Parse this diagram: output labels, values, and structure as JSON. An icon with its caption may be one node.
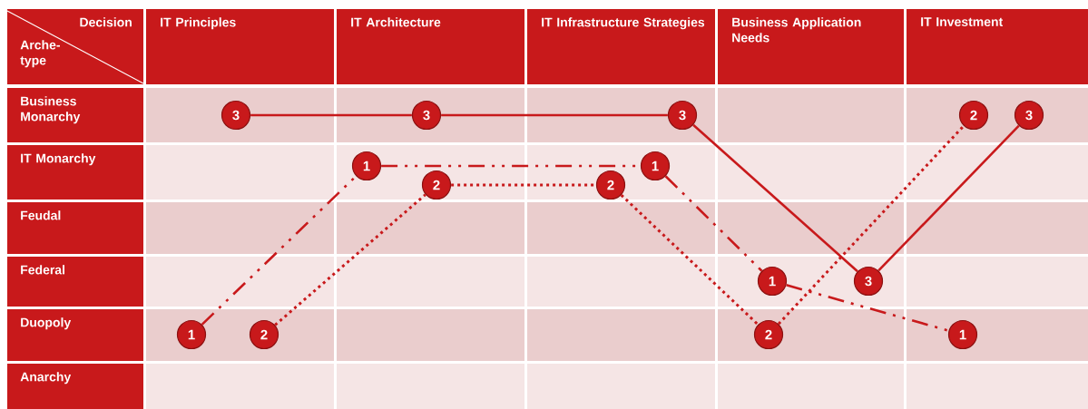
{
  "diagram": {
    "nodes": [
      {
        "text": [
          "3"
        ]
      },
      {
        "text": [
          "3"
        ]
      },
      {
        "text": [
          "3"
        ]
      },
      {
        "text": [
          "2"
        ]
      },
      {
        "text": [
          "3"
        ]
      },
      {
        "text": [
          "1"
        ]
      },
      {
        "text": [
          "1"
        ]
      },
      {
        "text": [
          "2"
        ]
      },
      {
        "text": [
          "2"
        ]
      },
      {
        "text": [
          "1"
        ]
      },
      {
        "text": [
          "3"
        ]
      },
      {
        "text": [
          "1"
        ]
      },
      {
        "text": [
          "2"
        ]
      },
      {
        "text": [
          "2"
        ]
      },
      {
        "text": [
          "1"
        ]
      }
    ],
    "edges": [
      {
        "from": 0,
        "to": 1,
        "arrow": "none"
      },
      {
        "from": 1,
        "to": 2,
        "arrow": "none"
      },
      {
        "from": 2,
        "to": 10,
        "arrow": "none"
      },
      {
        "from": 10,
        "to": 4,
        "arrow": "none"
      },
      {
        "from": 11,
        "to": 5,
        "arrow": "none",
        "style": "dashed"
      },
      {
        "from": 5,
        "to": 6,
        "arrow": "none",
        "style": "dashed"
      },
      {
        "from": 6,
        "to": 9,
        "arrow": "none",
        "style": "dashed"
      },
      {
        "from": 9,
        "to": 14,
        "arrow": "none",
        "style": "dashed"
      },
      {
        "from": 12,
        "to": 7,
        "arrow": "none",
        "style": "dashed"
      },
      {
        "from": 7,
        "to": 8,
        "arrow": "none",
        "style": "dashed"
      },
      {
        "from": 8,
        "to": 13,
        "arrow": "none",
        "style": "dashed"
      },
      {
        "from": 13,
        "to": 3,
        "arrow": "none",
        "style": "dashed"
      }
    ],
    "labels": [
      "Decision",
      "Arche-type",
      "IT Principles",
      "IT Architecture",
      "IT Infrastructure Strategies",
      "Business Application Needs",
      "IT Investment",
      "Business Monarchy",
      "IT Monarchy",
      "Feudal",
      "Federal",
      "Duopoly",
      "Anarchy"
    ]
  }
}
